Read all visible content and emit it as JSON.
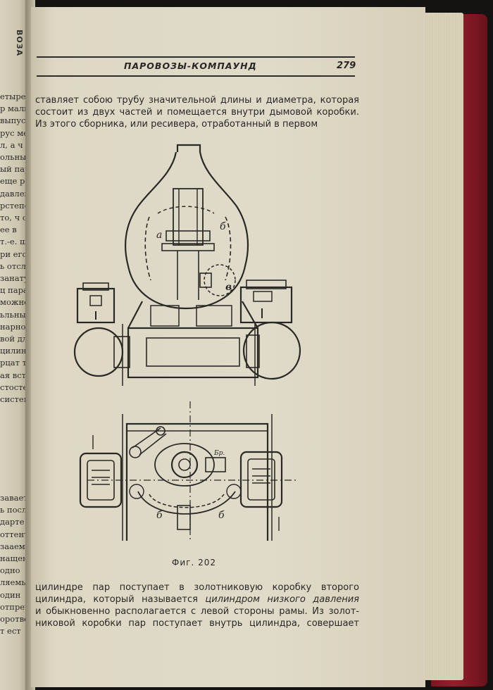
{
  "left_page": {
    "header": "ВОЗА",
    "fragments": [
      "етыре",
      "р малы",
      "выпуск",
      "рус мен",
      "л, а ч",
      "ольный",
      "ый пар н",
      "еще ран",
      "давлени",
      "рстепен",
      "то, ч о",
      "ее в",
      "т.-е. шел",
      "ри его",
      "ь отслед",
      "занату",
      "ц пара",
      "можно",
      "ьльным ди",
      "нарного",
      "вой для",
      "цилинд",
      "рцат тол",
      "ая встав",
      "стостей",
      "систем"
    ],
    "fragments2": [
      "заваете",
      "ь последн",
      "дарте оп",
      "оттентон",
      "зааемни",
      "нащение",
      "одно",
      "ляемы",
      "один",
      "отпрен",
      "оротве",
      "т ест"
    ]
  },
  "page": {
    "running_head": "ПАРОВОЗЫ-КОМПАУНД",
    "page_number": "279",
    "top_lines": [
      "ставляет собою трубу значительной длины и диаметра, которая",
      "состоит из двух частей и помещается внутри дымовой коробки.",
      "Из этого сборника, или ресивера, отработанный в первом"
    ],
    "bottom_lines": {
      "l1": "цилиндре пар поступает в золотниковую коробку второго",
      "l2_start": "цилиндра, который называется ",
      "l2_term": "цилиндром низкого давления",
      "l3": "и обыкновенно располагается с левой стороны рамы. Из золот-",
      "l4": "никовой коробки пар поступает внутрь цилиндра, совершает"
    },
    "figure_labels": {
      "a": "а",
      "b_top": "б",
      "v": "в",
      "b_left": "б",
      "b_right": "б",
      "br": "Бр."
    },
    "caption": "Фиг. 202"
  },
  "colors": {
    "paper": "#e0dbc9",
    "ink": "#2a2825",
    "cover": "#93202c"
  }
}
